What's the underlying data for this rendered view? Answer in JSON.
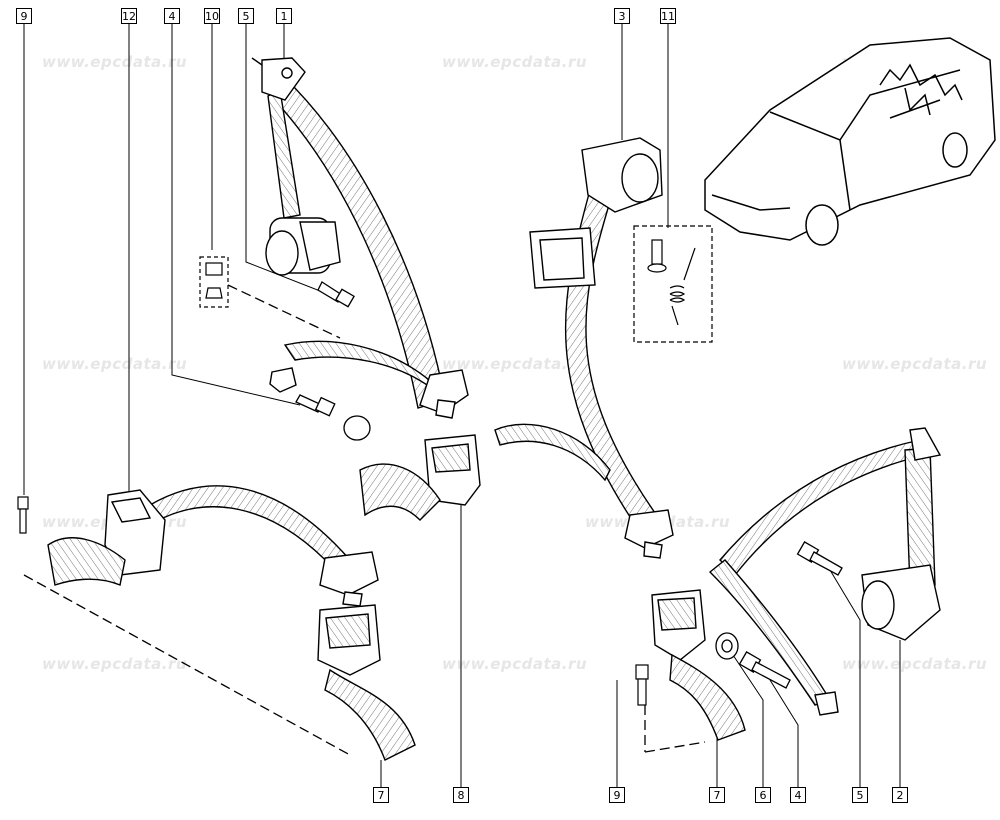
{
  "watermark": "www.epcdata.ru",
  "callouts": {
    "c9a": "9",
    "c12": "12",
    "c4a": "4",
    "c10": "10",
    "c5a": "5",
    "c1": "1",
    "c3": "3",
    "c11": "11",
    "c7a": "7",
    "c8": "8",
    "c9b": "9",
    "c7b": "7",
    "c6": "6",
    "c4b": "4",
    "c5b": "5",
    "c2": "2"
  }
}
